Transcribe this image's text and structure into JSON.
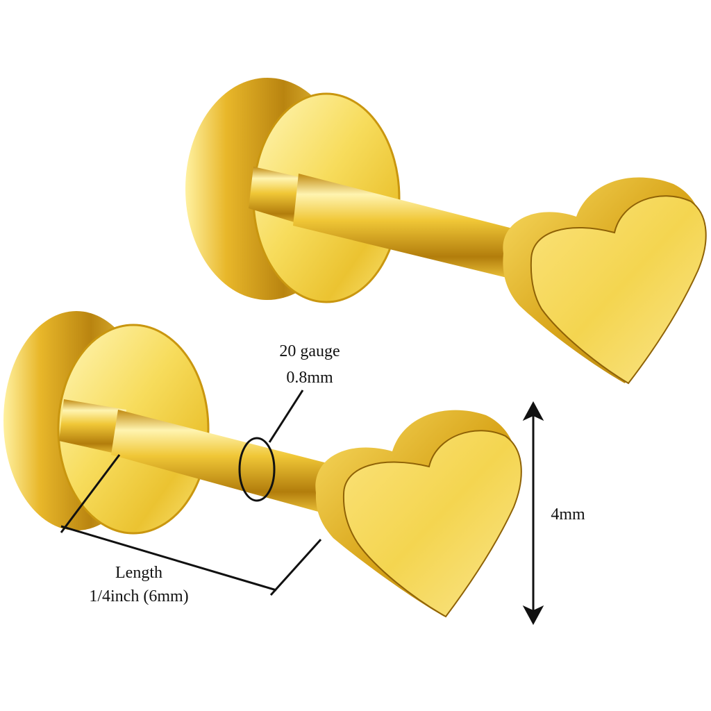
{
  "annotations": {
    "gauge": {
      "line1": "20 gauge",
      "line2": "0.8mm"
    },
    "length": {
      "line1": "Length",
      "line2": "1/4inch (6mm)"
    },
    "height": {
      "label": "4mm"
    }
  },
  "colors": {
    "gold_light": "#FFF3A6",
    "gold_mid": "#F3CD3B",
    "gold_deep": "#D69E12",
    "gold_dark": "#A87608",
    "ink": "#111111",
    "background": "#FFFFFF"
  }
}
